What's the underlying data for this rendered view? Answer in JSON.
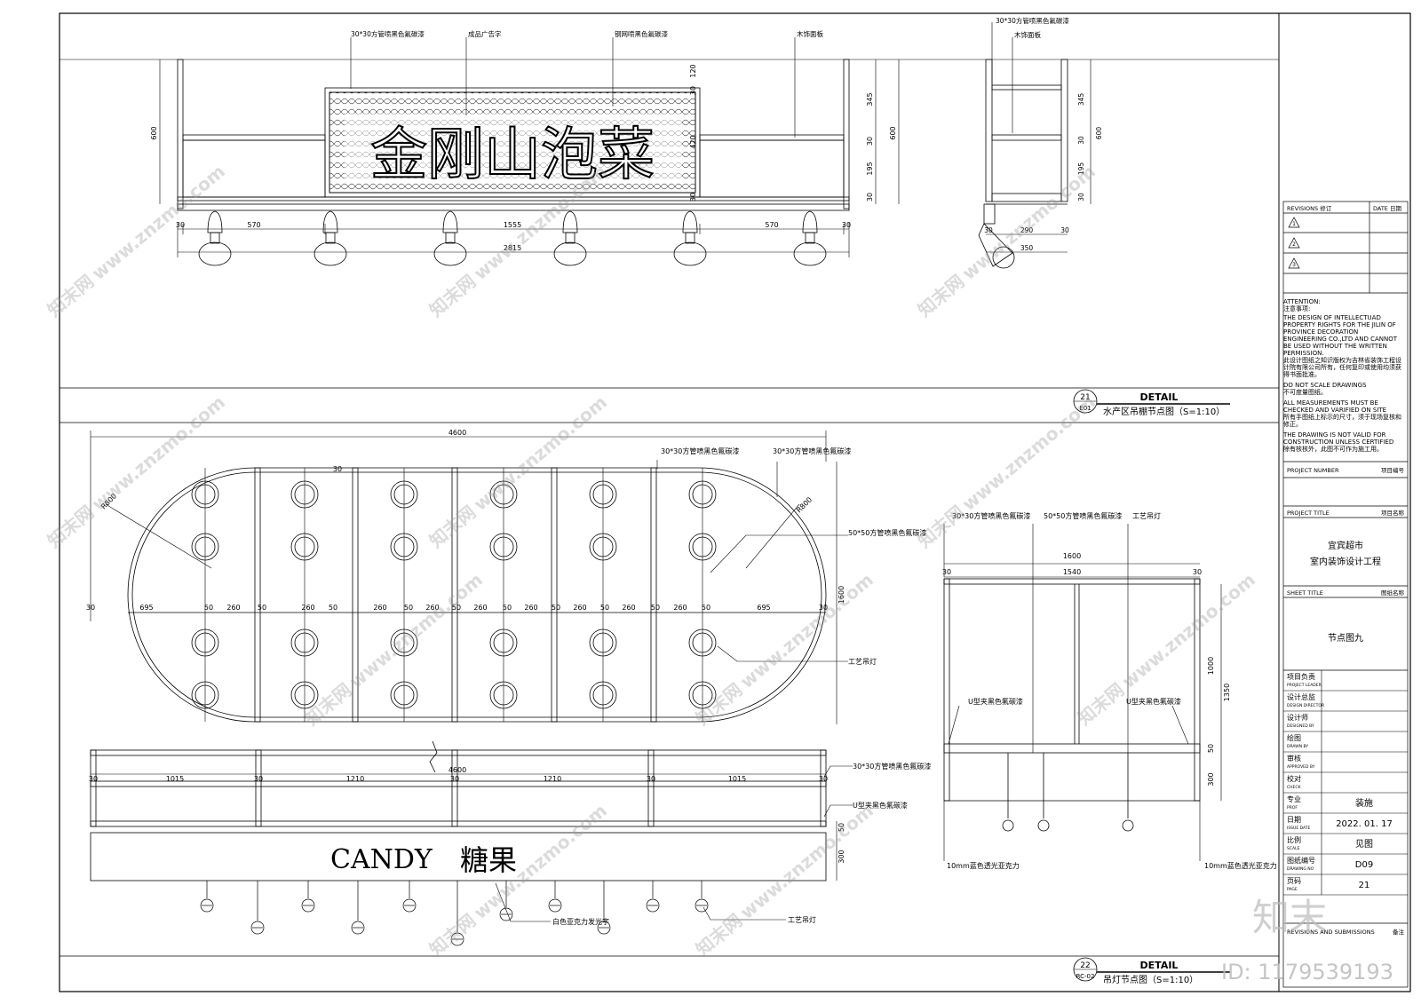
{
  "top_elevation": {
    "labels": {
      "tube_black": "30*30方管喷黑色氟碳漆",
      "ad_text": "成品广告字",
      "mesh": "钢网喷黑色氟碳漆",
      "wood_panel": "木饰面板"
    },
    "sign_text": "金刚山泡菜",
    "dims_bottom": [
      "30",
      "570",
      "1555",
      "570",
      "30"
    ],
    "dim_total": "2815",
    "dim_left_height": "600",
    "dims_right": [
      "120",
      "30",
      "345",
      "30",
      "420",
      "195",
      "30",
      "30"
    ],
    "dim_right_total": "600"
  },
  "top_section": {
    "labels": {
      "tube_black": "30*30方管喷黑色氟碳漆",
      "wood_panel": "木饰面板"
    },
    "dims_bottom": [
      "30",
      "290",
      "30"
    ],
    "dim_total": "350",
    "dims_right": [
      "345",
      "30",
      "195",
      "30"
    ],
    "dim_right_total": "600"
  },
  "detail_21": {
    "number": "21",
    "ref": "E01",
    "heading": "DETAIL",
    "title": "水产区吊棚节点图（S=1:10）"
  },
  "plan": {
    "dim_total": "4600",
    "label_tube1": "30*30方管喷黑色氟碳漆",
    "label_tube2": "30*30方管喷黑色氟碳漆",
    "label_tube50": "50*50方管喷黑色氟碳漆",
    "label_lamp": "工艺吊灯",
    "radius_left": "R800",
    "radius_right": "R800",
    "dims_row": [
      "30",
      "695",
      "50",
      "260",
      "50",
      "260",
      "50",
      "260",
      "50",
      "260",
      "50",
      "260",
      "50",
      "260",
      "50",
      "260",
      "50",
      "260",
      "50",
      "260",
      "50",
      "695",
      "30"
    ],
    "dim_height": "1600",
    "top_30": "30"
  },
  "front_elevation": {
    "dim_total": "4600",
    "dims": [
      "30",
      "1015",
      "30",
      "1210",
      "30",
      "1210",
      "30",
      "1015",
      "30"
    ],
    "label_tube": "30*30方管喷黑色氟碳漆",
    "label_clip": "U型夹黑色氟碳漆",
    "sign_latin": "CANDY",
    "sign_cn": "糖果",
    "label_acrylic": "白色亚克力发光字",
    "label_lamp": "工艺吊灯",
    "dim_50": "50",
    "dim_300": "300"
  },
  "side_section": {
    "label_tube": "30*30方管喷黑色氟碳漆",
    "label_tube50": "50*50方管喷黑色氟碳漆",
    "label_lamp": "工艺吊灯",
    "dim_total": "1600",
    "dims": [
      "30",
      "1540",
      "30"
    ],
    "label_clip_left": "U型夹黑色氟碳漆",
    "label_clip_right": "U型夹黑色氟碳漆",
    "label_acrylic_left": "10mm蓝色透光亚克力",
    "label_acrylic_right": "10mm蓝色透光亚克力",
    "dims_right": [
      "1000",
      "1350",
      "50",
      "300"
    ]
  },
  "detail_22": {
    "number": "22",
    "ref": "RC-02",
    "heading": "DETAIL",
    "title": "吊灯节点图（S=1:10）"
  },
  "title_block": {
    "revisions_label": "REVISIONS 修订",
    "date_label": "DATE 日期",
    "revision_marks": [
      "1",
      "2",
      "3"
    ],
    "attention": "ATTENTION:",
    "attention_cn": "注意事项:",
    "notes": [
      "THE DESIGN OF INTELLECTUAD PROPERTY RIGHTS FOR THE JILIN OF PROVINCE DECORATION ENGINEERING CO.,LTD AND CANNOT BE USED WITHOUT THE WRITTEN PERMISSION.",
      "此设计图纸之知识版权为吉林省装饰工程设计院有限公司所有，任何复印或使用均须获得书面批准。",
      "DO NOT SCALE DRAWINGS",
      "不可度量图纸。",
      "ALL MEASUREMENTS MUST BE CHECKED AND VARIFIED ON SITE",
      "所有手图纸上标示的尺寸，须于现场复核和修正。",
      "THE DRAWING IS NOT VALID FOR CONSTRUCTION UNLESS CERTIFIED",
      "除有核核外，此图不可作为施工用。"
    ],
    "project_number_en": "PROJECT NUMBER",
    "project_number_cn": "项目编号",
    "project_title_en": "PROJECT TITLE",
    "project_title_cn": "项目名称",
    "project_name_1": "宜宾超市",
    "project_name_2": "室内装饰设计工程",
    "sheet_title_en": "SHEET TITLE",
    "sheet_title_cn": "图纸名称",
    "sheet_name": "节点图九",
    "rows": [
      {
        "cn": "项目负责",
        "en": "PROJECT LEADER",
        "value": ""
      },
      {
        "cn": "设计总监",
        "en": "DESIGN DIRECTOR",
        "value": ""
      },
      {
        "cn": "设计师",
        "en": "DESIGNED BY",
        "value": ""
      },
      {
        "cn": "绘图",
        "en": "DRAWN BY",
        "value": ""
      },
      {
        "cn": "审核",
        "en": "APPROVED BY",
        "value": ""
      },
      {
        "cn": "校对",
        "en": "CHECK",
        "value": ""
      },
      {
        "cn": "专业",
        "en": "PROF",
        "value": "装施"
      },
      {
        "cn": "日期",
        "en": "ISSUE DATE",
        "value": "2022. 01. 17"
      },
      {
        "cn": "比例",
        "en": "SCALE",
        "value": "见图"
      },
      {
        "cn": "图纸编号",
        "en": "DRAWING NO",
        "value": "D09"
      },
      {
        "cn": "页码",
        "en": "PAGE",
        "value": "21"
      }
    ],
    "revisions_submissions": "REVISIONS AND SUBMISSIONS",
    "remarks": "备注"
  },
  "watermark": {
    "site": "www.znzmo.com",
    "brand": "知末网",
    "logo": "知末",
    "id": "ID: 1179539193"
  }
}
